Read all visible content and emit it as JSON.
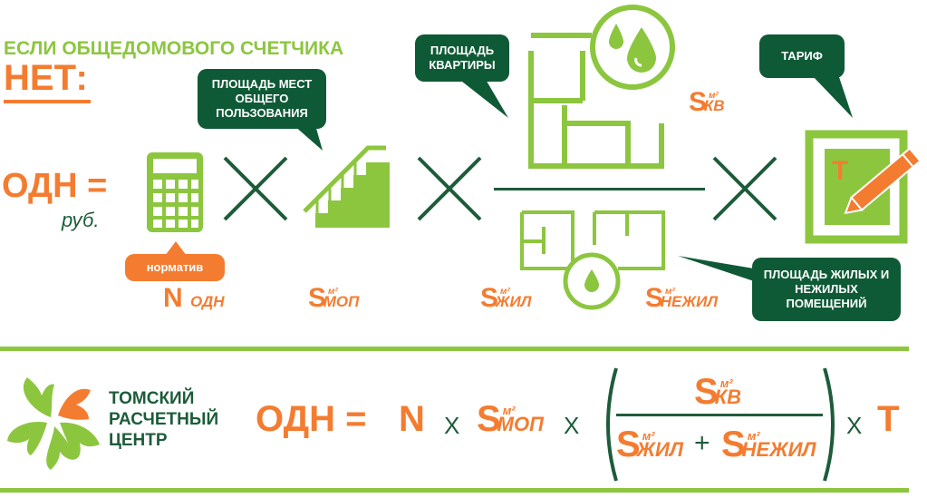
{
  "heading": {
    "line1": "ЕСЛИ ОБЩЕДОМОВОГО СЧЕТЧИКА",
    "line2": "НЕТ:"
  },
  "odn": {
    "label": "ОДН =",
    "unit": "руб."
  },
  "callouts": {
    "mop": "ПЛОЩАДЬ МЕСТ ОБЩЕГО ПОЛЬЗОВАНИЯ",
    "kv": "ПЛОЩАДЬ КВАРТИРЫ",
    "tariff": "ТАРИФ",
    "normative": "норматив",
    "living": "ПЛОЩАДЬ ЖИЛЫХ И НЕЖИЛЫХ ПОМЕЩЕНИЙ"
  },
  "symbols": {
    "n": "N",
    "n_sub": "ОДН",
    "s": "S",
    "m2": "м²",
    "mop_sub": "МОП",
    "kv_sub": "КВ",
    "zhil_sub": "ЖИЛ",
    "nezhil_sub": "НЕЖИЛ",
    "t": "Т"
  },
  "logo": {
    "line1": "ТОМСКИЙ",
    "line2": "РАСЧЕТНЫЙ",
    "line3": "ЦЕНТР"
  },
  "formula": {
    "lhs": "ОДН =",
    "n": "N",
    "x": "Х",
    "plus": "+",
    "t": "Т"
  },
  "colors": {
    "green": "#8cc63f",
    "orange": "#f47c30",
    "dark_green": "#0f5a36"
  }
}
